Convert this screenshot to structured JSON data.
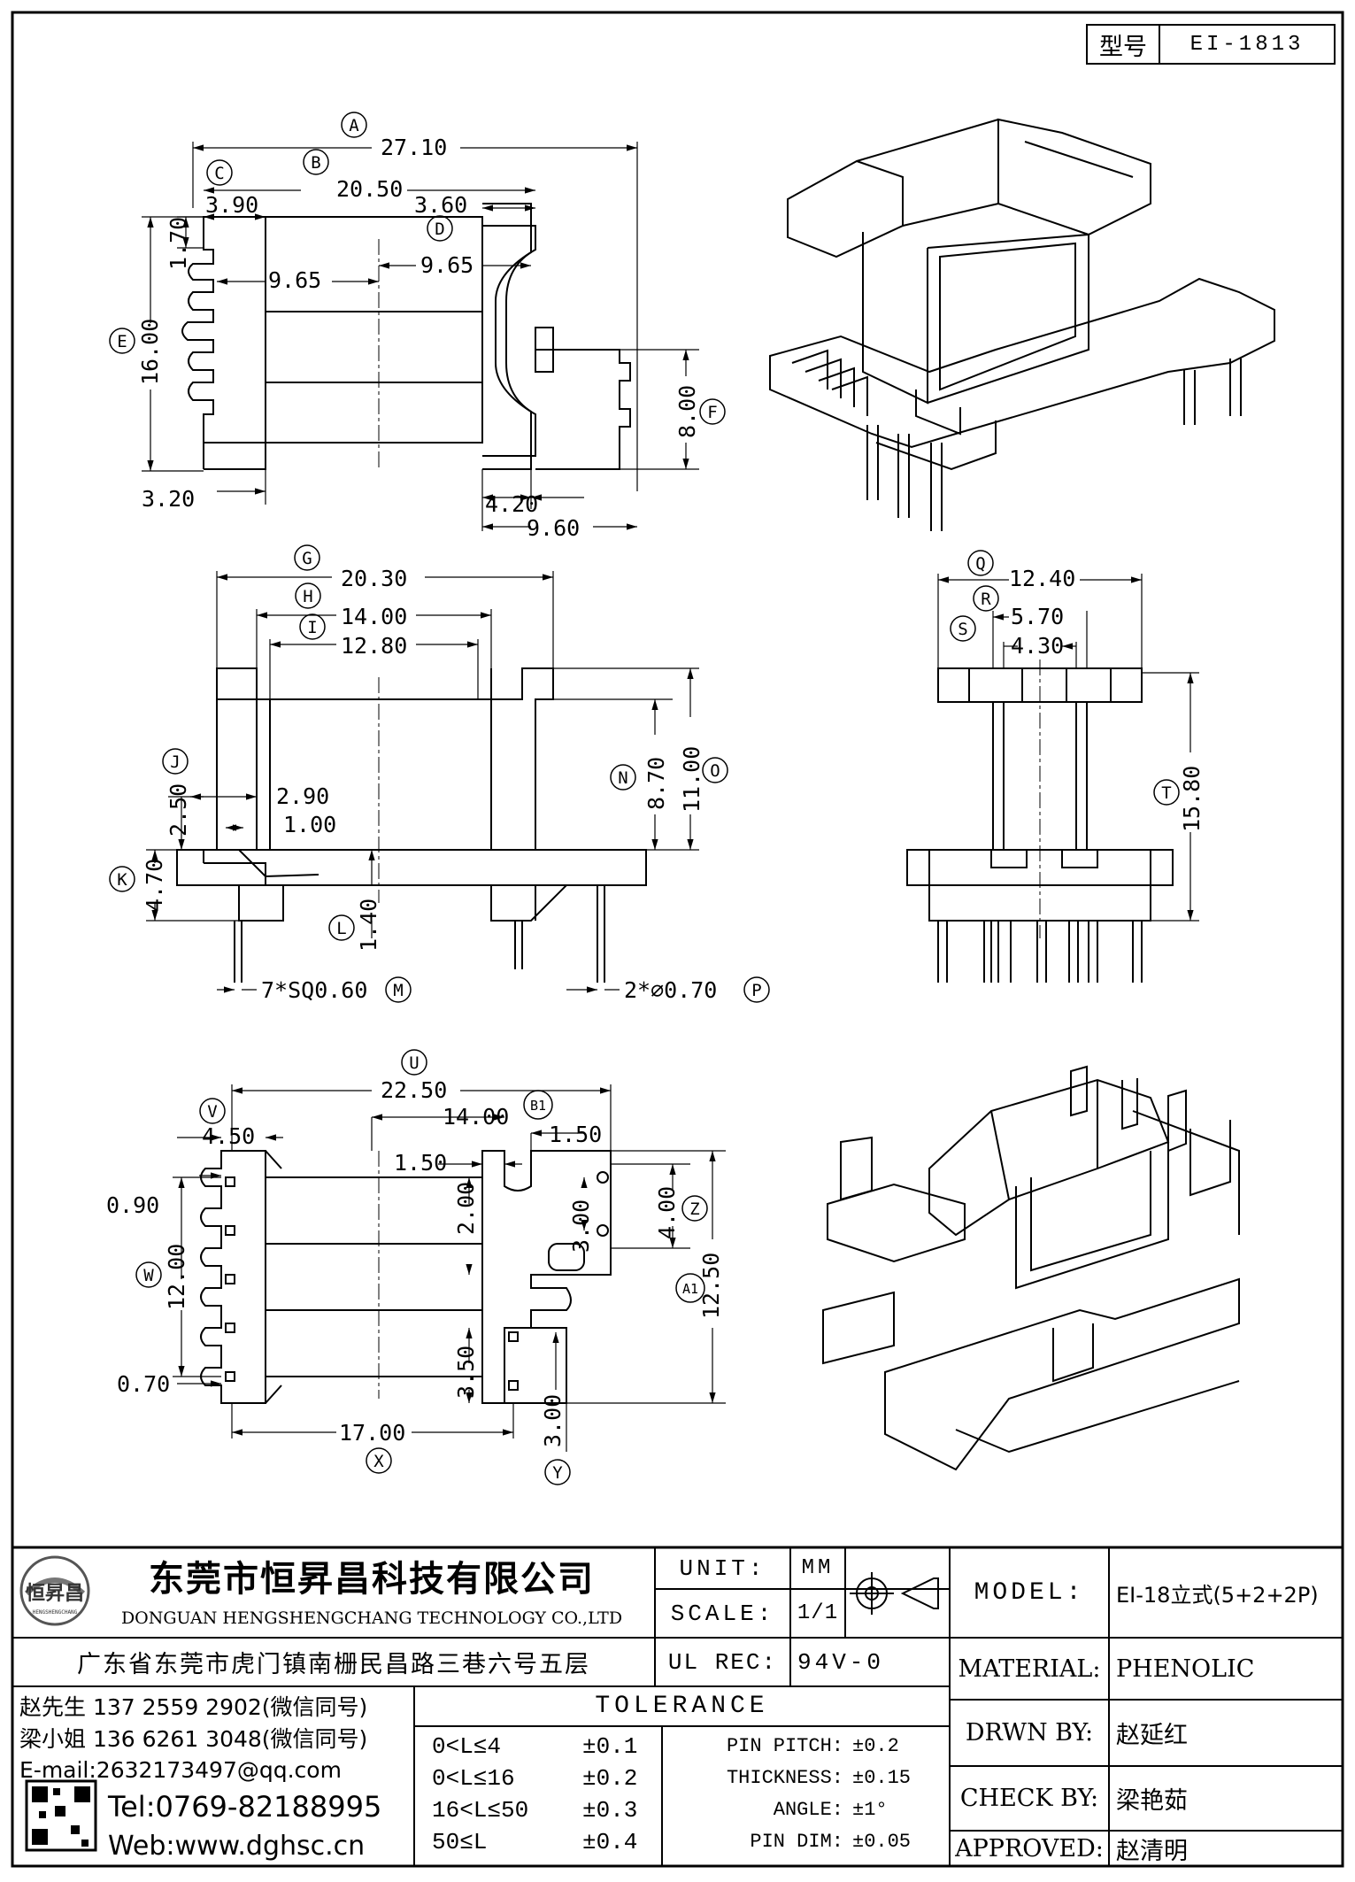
{
  "part": {
    "label": "型号",
    "value": "EI-1813"
  },
  "dimensions": {
    "top_view": {
      "A": {
        "letter": "A",
        "value": "27.10"
      },
      "B": {
        "letter": "B",
        "value": "20.50"
      },
      "C": {
        "letter": "C",
        "value": "3.90"
      },
      "c2": "3.60",
      "D": {
        "letter": "D",
        "value": "9.65"
      },
      "d2": "9.65",
      "v170": "1.70",
      "E": {
        "letter": "E",
        "value": "16.00"
      },
      "F": {
        "letter": "F",
        "value": "8.00"
      },
      "b320": "3.20",
      "b420": "4.20",
      "b960": "9.60"
    },
    "front_view": {
      "G": {
        "letter": "G",
        "value": "20.30"
      },
      "H": {
        "letter": "H",
        "value": "14.00"
      },
      "I": {
        "letter": "I",
        "value": "12.80"
      },
      "J": {
        "letter": "J",
        "value": "2.50"
      },
      "j290": "2.90",
      "j100": "1.00",
      "K": {
        "letter": "K",
        "value": "4.70"
      },
      "L": {
        "letter": "L",
        "value": "1.40"
      },
      "M": {
        "letter": "M",
        "value": "7*SQ0.60"
      },
      "N": {
        "letter": "N",
        "value": "8.70"
      },
      "O": {
        "letter": "O",
        "value": "11.00"
      },
      "P": {
        "letter": "P",
        "value": "2*⌀0.70"
      }
    },
    "side_view": {
      "Q": {
        "letter": "Q",
        "value": "12.40"
      },
      "R": {
        "letter": "R",
        "value": "5.70"
      },
      "S": {
        "letter": "S",
        "value": "4.30"
      },
      "T": {
        "letter": "T",
        "value": "15.80"
      }
    },
    "bottom_view": {
      "U": {
        "letter": "U",
        "value": "22.50"
      },
      "V": {
        "letter": "V",
        "value": "4.50"
      },
      "B1": {
        "letter": "B1",
        "value": "1.50"
      },
      "u1400": "14.00",
      "u150": "1.50",
      "v090": "0.90",
      "W": {
        "letter": "W",
        "value": "12.00"
      },
      "v070": "0.70",
      "v200": "2.00",
      "v300": "3.00",
      "v350": "3.50",
      "Z": {
        "letter": "Z",
        "value": "4.00"
      },
      "A1": {
        "letter": "A1",
        "value": "12.50"
      },
      "X": {
        "letter": "X",
        "value": "17.00"
      },
      "Y": {
        "letter": "Y",
        "value": "3.00"
      }
    }
  },
  "title_block": {
    "company_cn": "东莞市恒昇昌科技有限公司",
    "company_en": "DONGUAN HENGSHENGCHANG TECHNOLOGY CO.,LTD",
    "logo_text": "恒昇昌",
    "logo_sub": "HENGSHENGCHANG",
    "address": "广东省东莞市虎门镇南栅民昌路三巷六号五层",
    "contacts": [
      "赵先生 137 2559 2902(微信同号)",
      "梁小姐 136 6261 3048(微信同号)",
      "E-mail:2632173497@qq.com"
    ],
    "tel": "Tel:0769-82188995",
    "web": "Web:www.dghsc.cn",
    "unit_label": "UNIT:",
    "unit_value": "MM",
    "scale_label": "SCALE:",
    "scale_value": "1/1",
    "ulrec_label": "UL REC:",
    "ulrec_value": "94V-0",
    "tolerance_title": "TOLERANCE",
    "tolerance_ranges": [
      {
        "range": "0<L≤4",
        "tol": "±0.1"
      },
      {
        "range": "0<L≤16",
        "tol": "±0.2"
      },
      {
        "range": "16<L≤50",
        "tol": "±0.3"
      },
      {
        "range": "50≤L",
        "tol": "±0.4"
      }
    ],
    "tolerance_misc": [
      {
        "name": "PIN PITCH:",
        "tol": "±0.2"
      },
      {
        "name": "THICKNESS:",
        "tol": "±0.15"
      },
      {
        "name": "ANGLE:",
        "tol": "±1°"
      },
      {
        "name": "PIN DIM:",
        "tol": "±0.05"
      }
    ],
    "model_label": "MODEL:",
    "model_value": "EI-18立式(5+2+2P)",
    "material_label": "MATERIAL:",
    "material_value": "PHENOLIC",
    "drwn_label": "DRWN BY:",
    "drwn_value": "赵延红",
    "check_label": "CHECK BY:",
    "check_value": "梁艳茹",
    "approved_label": "APPROVED:",
    "approved_value": "赵清明"
  }
}
